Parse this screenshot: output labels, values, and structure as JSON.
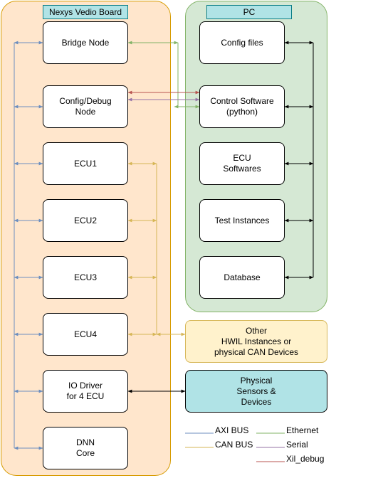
{
  "board": {
    "title": "Nexys Vedio Board",
    "nodes": {
      "bridge": "Bridge Node",
      "config_debug": "Config/Debug\nNode",
      "ecu1": "ECU1",
      "ecu2": "ECU2",
      "ecu3": "ECU3",
      "ecu4": "ECU4",
      "io_driver": "IO Driver\nfor 4 ECU",
      "dnn_core": "DNN\nCore"
    }
  },
  "pc": {
    "title": "PC",
    "nodes": {
      "config_files": "Config files",
      "control_software": "Control Software\n(python)",
      "ecu_softwares": "ECU\nSoftwares",
      "test_instances": "Test Instances",
      "database": "Database"
    }
  },
  "external": {
    "other": "Other\nHWIL Instances or\nphysical CAN Devices",
    "sensors": "Physical\nSensors &\nDevices"
  },
  "legend": {
    "axi": "AXI BUS",
    "can": "CAN BUS",
    "ethernet": "Ethernet",
    "serial": "Serial",
    "xil_debug": "Xil_debug"
  },
  "colors": {
    "axi": "#6c8ebf",
    "can": "#d6b656",
    "ethernet": "#82b366",
    "serial": "#9673a6",
    "xil_debug": "#b85450",
    "black": "#000000"
  }
}
